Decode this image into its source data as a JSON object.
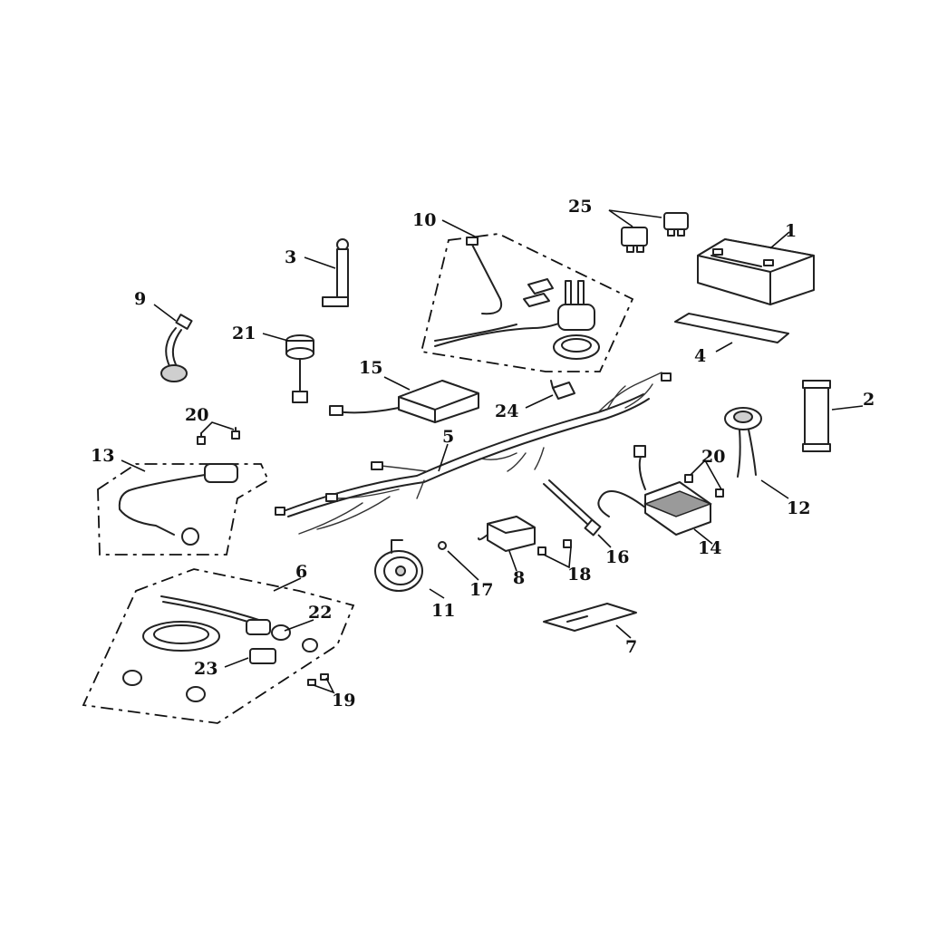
{
  "callouts": {
    "c1": "1",
    "c2": "2",
    "c3": "3",
    "c4": "4",
    "c5": "5",
    "c6": "6",
    "c7": "7",
    "c8": "8",
    "c9": "9",
    "c10": "10",
    "c11": "11",
    "c12": "12",
    "c13": "13",
    "c14": "14",
    "c15": "15",
    "c16": "16",
    "c17": "17",
    "c18": "18",
    "c19": "19",
    "c20a": "20",
    "c20b": "20",
    "c21": "21",
    "c22": "22",
    "c23": "23",
    "c24": "24",
    "c25": "25"
  }
}
